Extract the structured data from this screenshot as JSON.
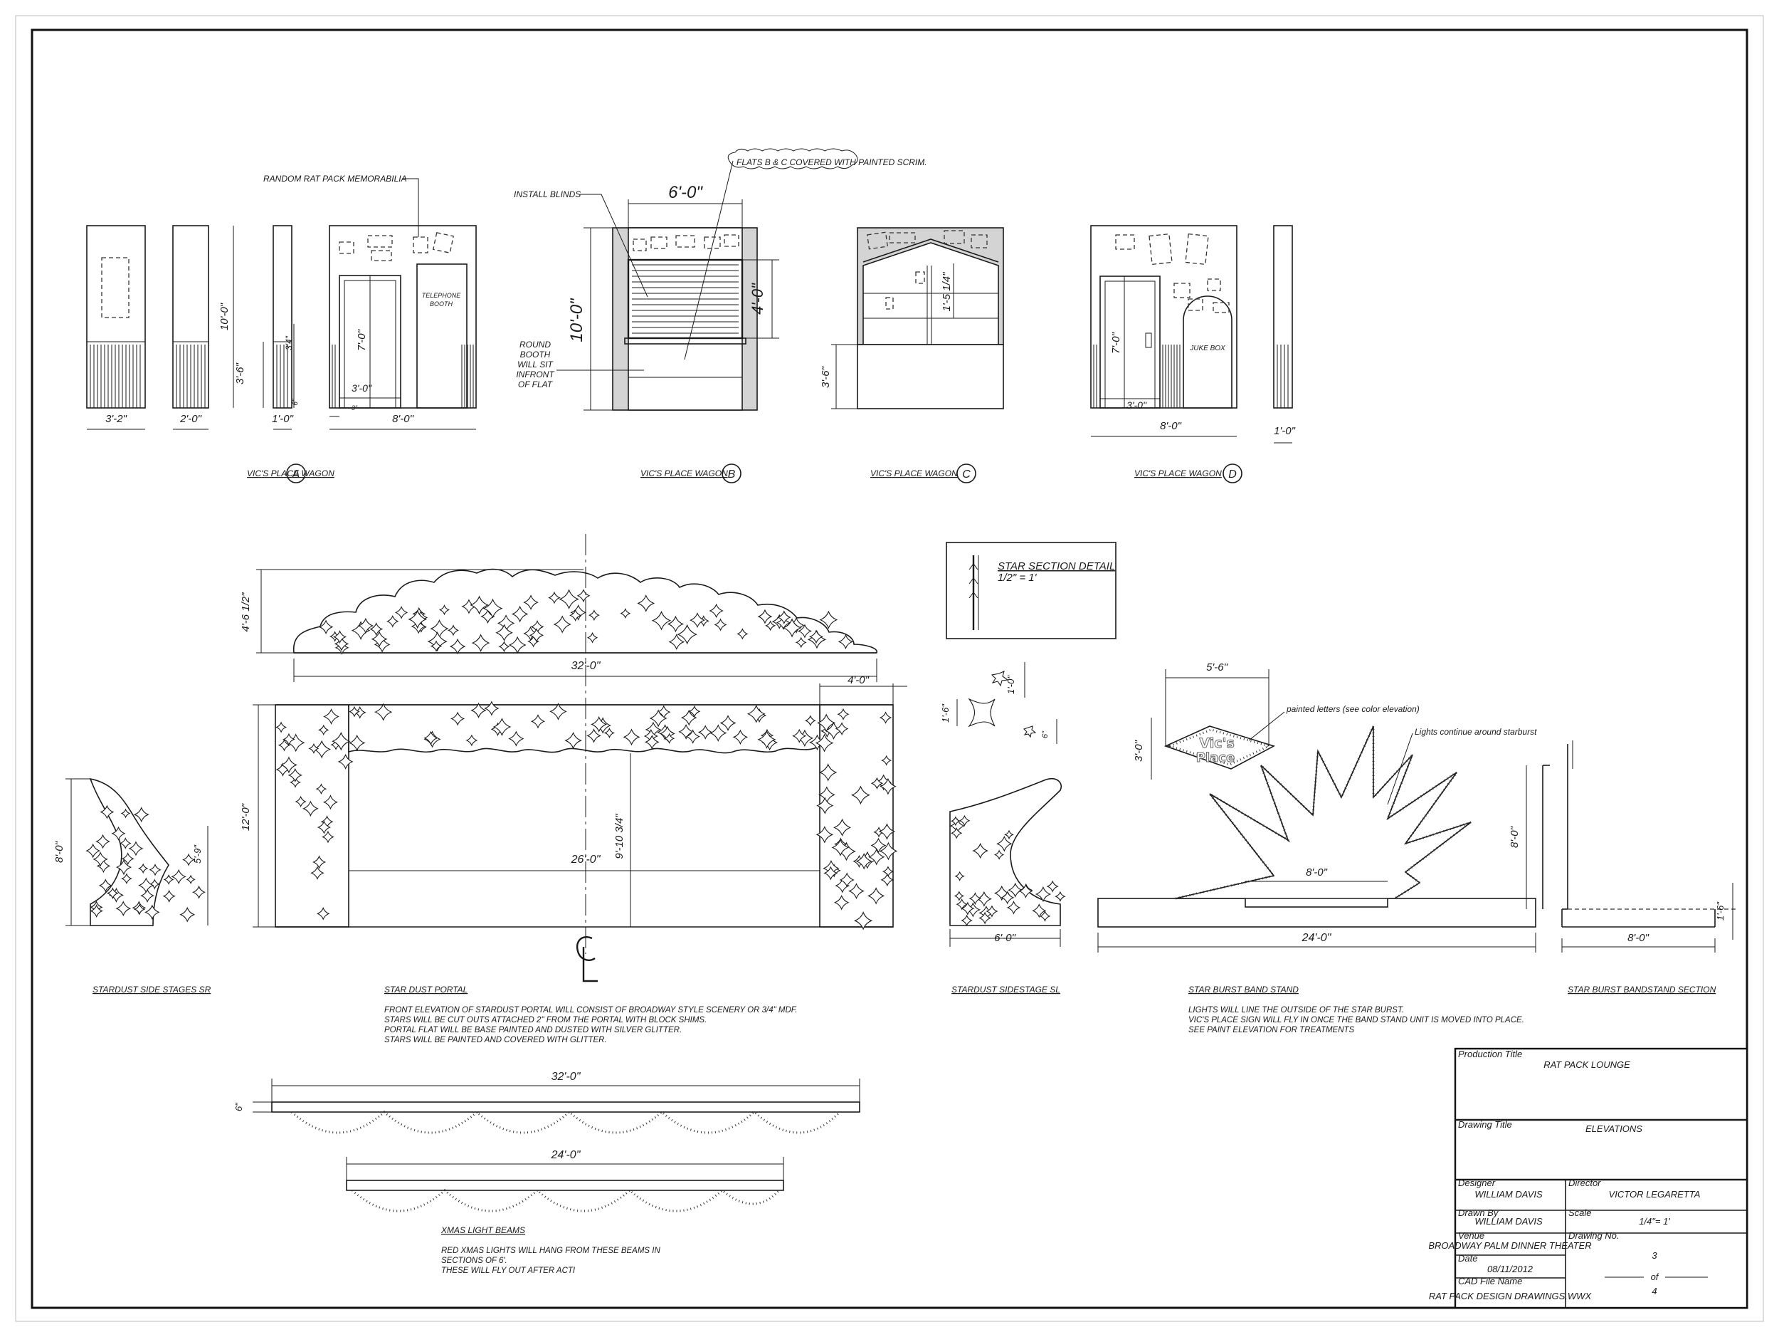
{
  "title_block": {
    "production_title_label": "Production Title",
    "production_title": "RAT PACK LOUNGE",
    "drawing_title_label": "Drawing Title",
    "drawing_title": "ELEVATIONS",
    "designer_label": "Designer",
    "designer": "WILLIAM DAVIS",
    "director_label": "Director",
    "director": "VICTOR LEGARETTA",
    "drawn_by_label": "Drawn By",
    "drawn_by": "WILLIAM DAVIS",
    "scale_label": "Scale",
    "scale": "1/4\"= 1'",
    "venue_label": "Venue",
    "venue": "BROADWAY PALM DINNER THEATER",
    "drawing_no_label": "Drawing No.",
    "drawing_no": "3",
    "of_label": "of",
    "total_drawings": "4",
    "date_label": "Date",
    "date": "08/11/2012",
    "cad_label": "CAD File Name",
    "cad_file": "RAT PACK DESIGN DRAWINGS.WWX"
  },
  "wagon_a": {
    "title": "VIC'S PLACE WAGON",
    "letter": "A",
    "callout": "RANDOM RAT PACK MEMORABILIA",
    "booth_label": "TELEPHONE BOOTH",
    "dims": [
      "3'-2\"",
      "2'-0\"",
      "1'-0\"",
      "8'-0\"",
      "10'-0\"",
      "3'-6\"",
      "7'-0\"",
      "3'-0\"",
      "3'4\"",
      "3\"",
      "6\""
    ]
  },
  "wagon_b": {
    "title": "VIC'S PLACE WAGON",
    "letter": "B",
    "callout_blinds": "INSTALL BLINDS",
    "callout_scrim": "FLATS B & C COVERED WITH PAINTED SCRIM.",
    "callout_booth": "ROUND BOOTH WILL SIT INFRONT OF FLAT",
    "dims": [
      "6'-0\"",
      "10'-0\"",
      "4'-0\""
    ]
  },
  "wagon_c": {
    "title": "VIC'S PLACE WAGON",
    "letter": "C",
    "dims": [
      "1'-5 1/4\"",
      "3'-6\""
    ]
  },
  "wagon_d": {
    "title": "VIC'S PLACE WAGON",
    "letter": "D",
    "juke_label": "JUKE BOX",
    "dims": [
      "7'-0\"",
      "3'-0\"",
      "8'-0\"",
      "1'-0\""
    ]
  },
  "star_section": {
    "title": "STAR SECTION DETAIL",
    "scale": "1/2\" = 1'"
  },
  "portal": {
    "dims": [
      "4'-6 1/2\"",
      "32'-0\"",
      "4'-0\"",
      "12'-0\"",
      "26'-0\"",
      "9'-10 3/4\""
    ],
    "centerline": "CL",
    "title": "STAR DUST PORTAL",
    "notes": [
      "FRONT ELEVATION OF STARDUST PORTAL WILL CONSIST OF BROADWAY STYLE SCENERY OR 3/4\" MDF.",
      "STARS WILL BE CUT OUTS ATTACHED 2\" FROM THE PORTAL WITH BLOCK SHIMS.",
      "PORTAL FLAT WILL BE BASE PAINTED AND DUSTED WITH SILVER GLITTER.",
      "STARS WILL BE PAINTED AND COVERED WITH GLITTER."
    ]
  },
  "side_stage_sr": {
    "title": "STARDUST SIDE STAGES SR",
    "dims": [
      "8'-0\"",
      "5'-9\""
    ]
  },
  "side_stage_sl": {
    "title": "STARDUST SIDESTAGE SL",
    "dims": [
      "6'-0\"",
      "1'-6\"",
      "1'-0\"",
      "6\""
    ]
  },
  "bandstand": {
    "title": "STAR BURST BAND STAND",
    "sign_line1": "Vic's",
    "sign_line2": "Place",
    "callout_letters": "painted letters (see color elevation)",
    "callout_lights": "Lights continue around starburst",
    "dims": [
      "5'-6\"",
      "3'-0\"",
      "8'-0\"",
      "24'-0\""
    ],
    "notes": [
      "LIGHTS WILL LINE THE OUTSIDE OF THE STAR BURST.",
      "VIC'S PLACE SIGN WILL FLY IN ONCE THE BAND STAND UNIT IS MOVED INTO PLACE.",
      "SEE PAINT ELEVATION FOR TREATMENTS"
    ]
  },
  "bandstand_section": {
    "title": "STAR BURST BANDSTAND SECTION",
    "dims": [
      "8'-0\"",
      "1'-6\"",
      "8'-0\""
    ]
  },
  "xmas": {
    "title": "XMAS LIGHT BEAMS",
    "dims": [
      "32'-0\"",
      "6\"",
      "24'-0\""
    ],
    "notes": [
      "RED XMAS LIGHTS WILL HANG FROM THESE BEAMS IN",
      "SECTIONS OF 6'.",
      "THESE WILL FLY OUT AFTER ACTI"
    ]
  }
}
